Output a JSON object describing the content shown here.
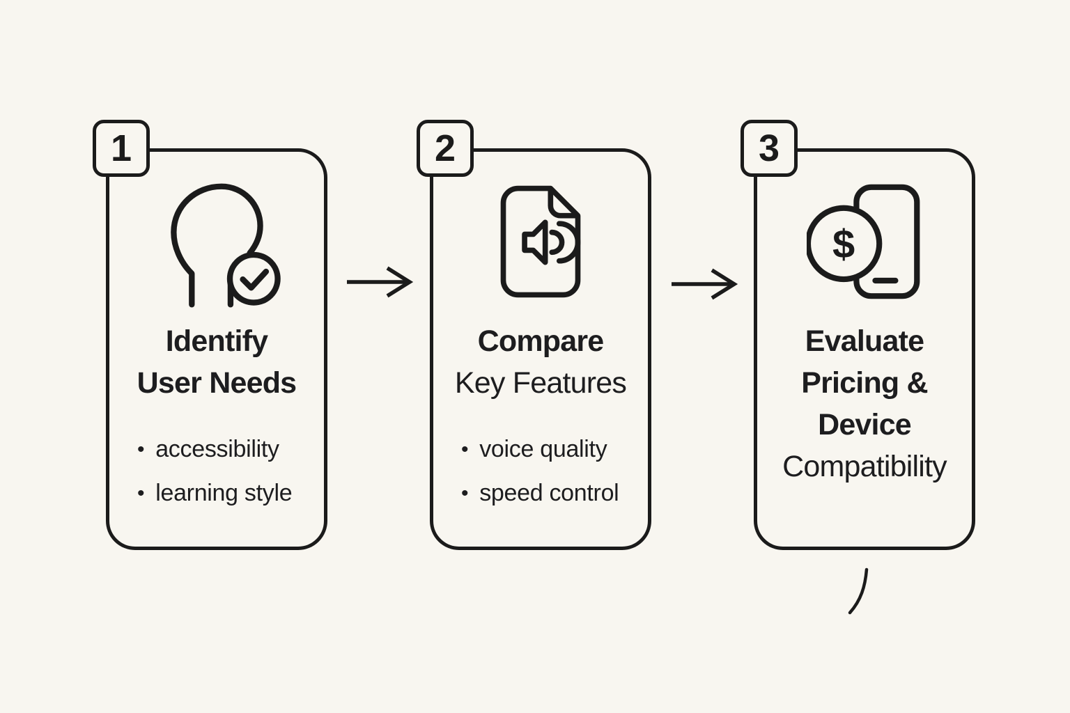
{
  "page": {
    "background": "#f8f6f0",
    "stroke": "#1b1b1b",
    "text_color": "#1d1d1f"
  },
  "ui": {
    "bullet_char": "•"
  },
  "steps": [
    {
      "number": "1",
      "icon": "head-profile-check-icon",
      "title_line1": "Identify",
      "title_line2": "User Needs",
      "bullet1": "accessibility",
      "bullet2": "learning style"
    },
    {
      "number": "2",
      "icon": "audio-file-icon",
      "title_line1": "Compare",
      "title_line2": "Key Features",
      "bullet1": "voice quality",
      "bullet2": "speed control"
    },
    {
      "number": "3",
      "icon": "dollar-phone-icon",
      "icon_symbol": "$",
      "title_line1": "Evaluate",
      "title_line2": "Pricing &",
      "title_line3": "Device",
      "title_line4": "Compatibility"
    }
  ]
}
